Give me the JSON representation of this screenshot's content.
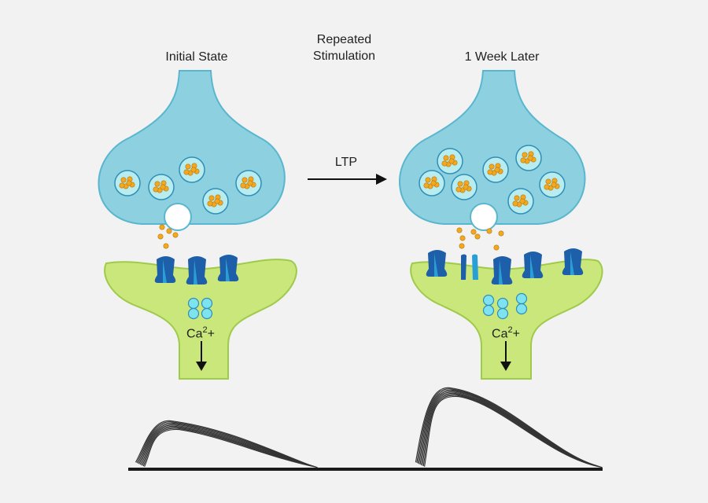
{
  "labels": {
    "initial": "Initial State",
    "repeated_line1": "Repeated",
    "repeated_line2": "Stimulation",
    "later": "1 Week Later",
    "ltp": "LTP",
    "calcium_left_base": "Ca",
    "calcium_left_sup": "2",
    "calcium_left_tail": "+",
    "calcium_right_base": "Ca",
    "calcium_right_sup": "2",
    "calcium_right_tail": "+"
  },
  "colors": {
    "background": "#f2f2f2",
    "presynaptic_fill": "#8dd0e0",
    "presynaptic_stroke": "#5ab6cf",
    "vesicle_fill": "#b8ecef",
    "vesicle_inner": "#7fe3e3",
    "neurotransmitter": "#f2a81f",
    "postsynaptic_fill": "#c9e77a",
    "postsynaptic_stroke": "#9fca4a",
    "receptor_dark": "#1d5fa8",
    "receptor_light": "#2a9fd6",
    "calcium_ion": "#7fe3ef",
    "trace": "#333333"
  }
}
